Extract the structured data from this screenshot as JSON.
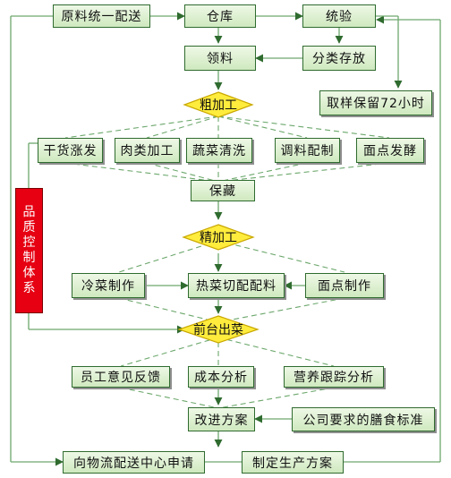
{
  "nodes": {
    "central_dispatch": "原料统一配送",
    "warehouse": "仓库",
    "inspection": "统验",
    "requisition": "领料",
    "sort_storage": "分类存放",
    "sample_72h": "取样保留72小时",
    "rough_processing": "粗加工",
    "dry_goods": "干货涨发",
    "meat_processing": "肉类加工",
    "vegetable_wash": "蔬菜清洗",
    "seasoning": "调料配制",
    "dough": "面点发酵",
    "preservation": "保藏",
    "fine_processing": "精加工",
    "cold_dishes": "冷菜制作",
    "hot_dishes": "热菜切配配料",
    "pastry": "面点制作",
    "front_serving": "前台出菜",
    "staff_feedback": "员工意见反馈",
    "cost_analysis": "成本分析",
    "nutrition_tracking": "营养跟踪分析",
    "improvement_plan": "改进方案",
    "company_standard": "公司要求的膳食标准",
    "logistics_request": "向物流配送中心申请",
    "production_plan": "制定生产方案",
    "quality_system": "品质控制体系"
  },
  "colors": {
    "box_border": "#2f6b2f",
    "box_fill_top": "#eef8e6",
    "box_fill_bottom": "#cfe9bf",
    "diamond_fill": "#ffec3d",
    "diamond_border": "#c9a800",
    "quality_fill": "#e60012",
    "line": "#6da86d",
    "arrow": "#2f6b2f"
  }
}
